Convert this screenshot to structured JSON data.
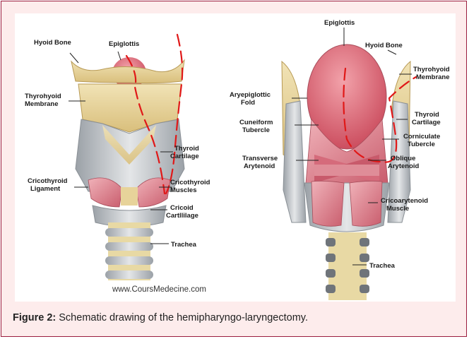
{
  "labels": {
    "hyoid_bone_left": "Hyoid Bone",
    "epiglottis_left": "Epiglottis",
    "thyrohyoid_left_1": "Thyrohyoid",
    "thyrohyoid_left_2": "Membrane",
    "thyroid_cart_left_1": "Thyroid",
    "thyroid_cart_left_2": "Cartilage",
    "cricothyroid_lig_1": "Cricothyroid",
    "cricothyroid_lig_2": "Ligament",
    "cricothyroid_mus_1": "Cricothyroid",
    "cricothyroid_mus_2": "Muscles",
    "cricoid_1": "Cricoid",
    "cricoid_2": "Cartllilage",
    "trachea_left": "Trachea",
    "epiglottis_right": "Epiglottis",
    "hyoid_bone_right": "Hyoid Bone",
    "thyrohyoid_right_1": "Thyrohyoid",
    "thyrohyoid_right_2": "Membrane",
    "aryepiglottic_1": "Aryepiglottic",
    "aryepiglottic_2": "Fold",
    "thyroid_cart_right_1": "Thyroid",
    "thyroid_cart_right_2": "Cartilage",
    "cuneiform_1": "Cuneiform",
    "cuneiform_2": "Tubercle",
    "corniculate_1": "Corniculate",
    "corniculate_2": "Tubercle",
    "transverse_1": "Transverse",
    "transverse_2": "Arytenoid",
    "oblique_1": "Oblique",
    "oblique_2": "Arytenoid",
    "cricoarytenoid_1": "Cricoarytenoid",
    "cricoarytenoid_2": "Muscle",
    "trachea_right": "Trachea"
  },
  "watermark": "www.CoursMedecine.com",
  "caption": {
    "label": "Figure 2:",
    "text": " Schematic drawing of the hemipharyngo-laryngectomy."
  },
  "colors": {
    "border": "#9b1d3f",
    "background": "#fdecec",
    "cartilage": "#e7d39a",
    "cricoid": "#c9cdd1",
    "muscle": "#d9848f",
    "epiglottis": "#d9636f",
    "resection_line": "#e01818"
  }
}
